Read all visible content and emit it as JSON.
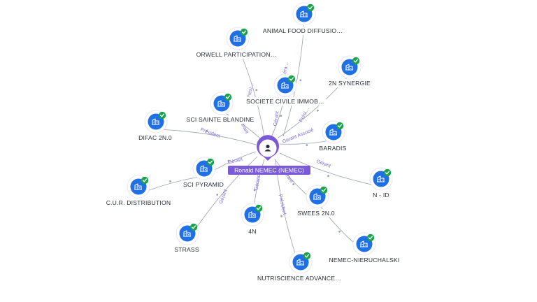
{
  "person": {
    "label": "Ronald NEMEC (NEMEC)",
    "icon": "person-icon",
    "accent": "#7b5ad8"
  },
  "companies": [
    {
      "id": "animal",
      "label": "ANIMAL FOOD DIFFUSIO…",
      "role": "Géra…",
      "verified": true
    },
    {
      "id": "orwell",
      "label": "ORWELL PARTICIPATION…",
      "role": "Prési…",
      "verified": true
    },
    {
      "id": "synergie",
      "label": "2N SYNERGIE",
      "role": "Prési…",
      "verified": true
    },
    {
      "id": "societe",
      "label": "SOCIETE CIVILE IMMOB…",
      "role": "Gérant",
      "verified": true
    },
    {
      "id": "blandine",
      "label": "SCI SAINTE BLANDINE",
      "role": "Gérant",
      "verified": true
    },
    {
      "id": "difac",
      "label": "DIFAC 2N.0",
      "role": "Président",
      "verified": true
    },
    {
      "id": "baradis",
      "label": "BARADIS",
      "role": "Gérant Associé",
      "verified": true
    },
    {
      "id": "pyramid",
      "label": "SCI PYRAMID",
      "role": "Gérant",
      "verified": true
    },
    {
      "id": "nid",
      "label": "N - ID",
      "role": "Gérant",
      "verified": true
    },
    {
      "id": "cur",
      "label": "C.U.R. DISTRIBUTION",
      "role": "",
      "verified": true
    },
    {
      "id": "swees",
      "label": "SWEES 2N.0",
      "role": "Gérant",
      "verified": true
    },
    {
      "id": "fourn",
      "label": "4N",
      "role": "Gérant",
      "verified": true
    },
    {
      "id": "strass",
      "label": "STRASS",
      "role": "Gérant",
      "verified": true
    },
    {
      "id": "nierucha",
      "label": "NEMEC-NIERUCHALSKI",
      "role": "",
      "verified": true
    },
    {
      "id": "nutri",
      "label": "NUTRISCIENCE ADVANCE…",
      "role": "Président",
      "verified": true
    }
  ],
  "colors": {
    "node": "#1f6fe5",
    "check": "#1aa34a",
    "edge": "#9aa0ae",
    "edge_label": "#7c6cd9"
  },
  "icons": {
    "company": "building-icon",
    "verified": "check-badge-icon"
  }
}
